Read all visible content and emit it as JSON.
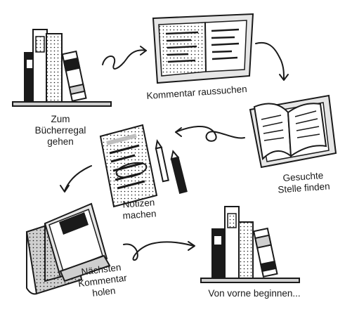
{
  "steps": [
    {
      "lines": [
        "Zum",
        "Bücherregal",
        "gehen"
      ]
    },
    {
      "lines": [
        "Kommentar raussuchen"
      ]
    },
    {
      "lines": [
        "Gesuchte",
        "Stelle finden"
      ]
    },
    {
      "lines": [
        "Notizen",
        "machen"
      ]
    },
    {
      "lines": [
        "Nächsten",
        "Kommentar",
        "holen"
      ]
    },
    {
      "lines": [
        "Von vorne beginnen..."
      ]
    }
  ],
  "colors": {
    "ink": "#1a1a1a",
    "paper": "#ffffff",
    "grey": "#cfcfcf",
    "light_grey": "#e6e6e6"
  }
}
